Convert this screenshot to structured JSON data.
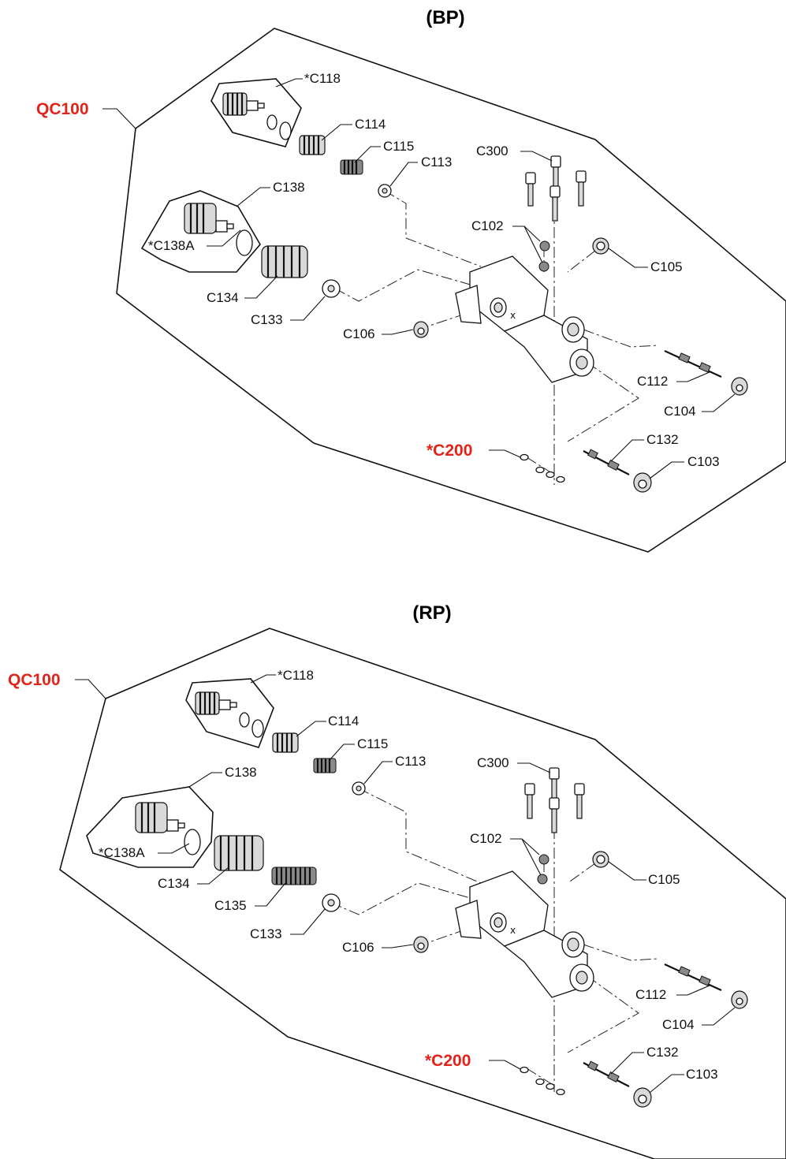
{
  "colors": {
    "highlight_red": "#e2231a",
    "line": "#111111",
    "background": "#ffffff"
  },
  "panels": [
    {
      "title": "(BP)",
      "labels": {
        "qc100": "QC100",
        "c118": "*C118",
        "c114": "C114",
        "c115": "C115",
        "c113": "C113",
        "c300": "C300",
        "c138": "C138",
        "c102": "C102",
        "c105": "C105",
        "c138a": "*C138A",
        "c134": "C134",
        "c133": "C133",
        "c106": "C106",
        "c112": "C112",
        "c104": "C104",
        "c200": "*C200",
        "c132": "C132",
        "c103": "C103"
      }
    },
    {
      "title": "(RP)",
      "labels": {
        "qc100": "QC100",
        "c118": "*C118",
        "c114": "C114",
        "c115": "C115",
        "c113": "C113",
        "c300": "C300",
        "c138": "C138",
        "c102": "C102",
        "c105": "C105",
        "c138a": "*C138A",
        "c134": "C134",
        "c135": "C135",
        "c133": "C133",
        "c106": "C106",
        "c112": "C112",
        "c104": "C104",
        "c200": "*C200",
        "c132": "C132",
        "c103": "C103"
      }
    }
  ]
}
